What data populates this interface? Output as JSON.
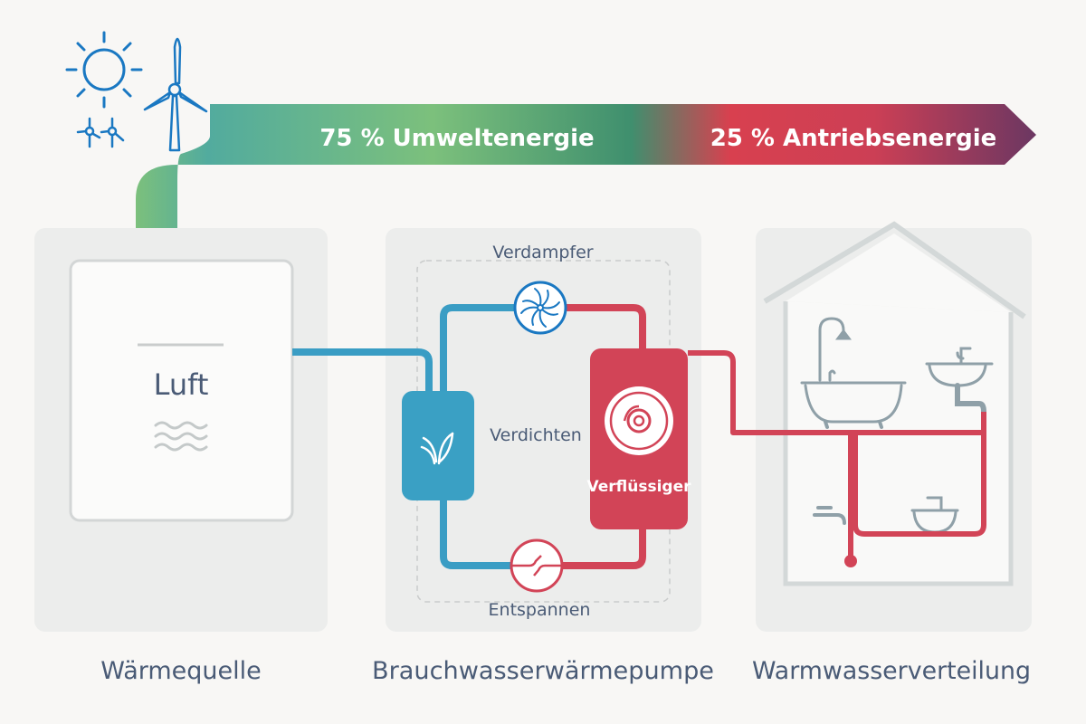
{
  "banner": {
    "left_label": "75 % Umweltenergie",
    "right_label": "25 % Antriebsenergie",
    "colors": {
      "teal": "#4fab9f",
      "green": "#7dc17c",
      "dark_green": "#3f8f6e",
      "red": "#d8404f",
      "purple": "#6b3762"
    }
  },
  "source": {
    "inner_label": "Luft",
    "caption": "Wärmequelle"
  },
  "heat_pump": {
    "caption": "Brauchwasserwärmepumpe",
    "evaporator": "Verdampfer",
    "compressor": "Verdichten",
    "condenser": "Verflüssiger",
    "expansion": "Entspannen",
    "colors": {
      "cold": "#3a9dc4",
      "hot": "#d24457"
    }
  },
  "distribution": {
    "caption": "Warmwasserverteilung"
  }
}
